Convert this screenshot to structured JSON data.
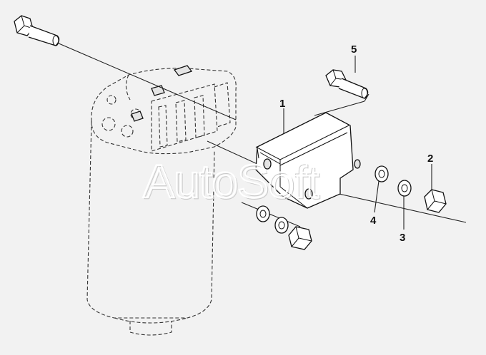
{
  "watermark": "AutoSoft",
  "callouts": {
    "c1": "1",
    "c2": "2",
    "c3": "3",
    "c4": "4",
    "c5": "5"
  },
  "colors": {
    "background": "#f2f2f2",
    "line": "#111111",
    "watermark": "#ffffff"
  }
}
